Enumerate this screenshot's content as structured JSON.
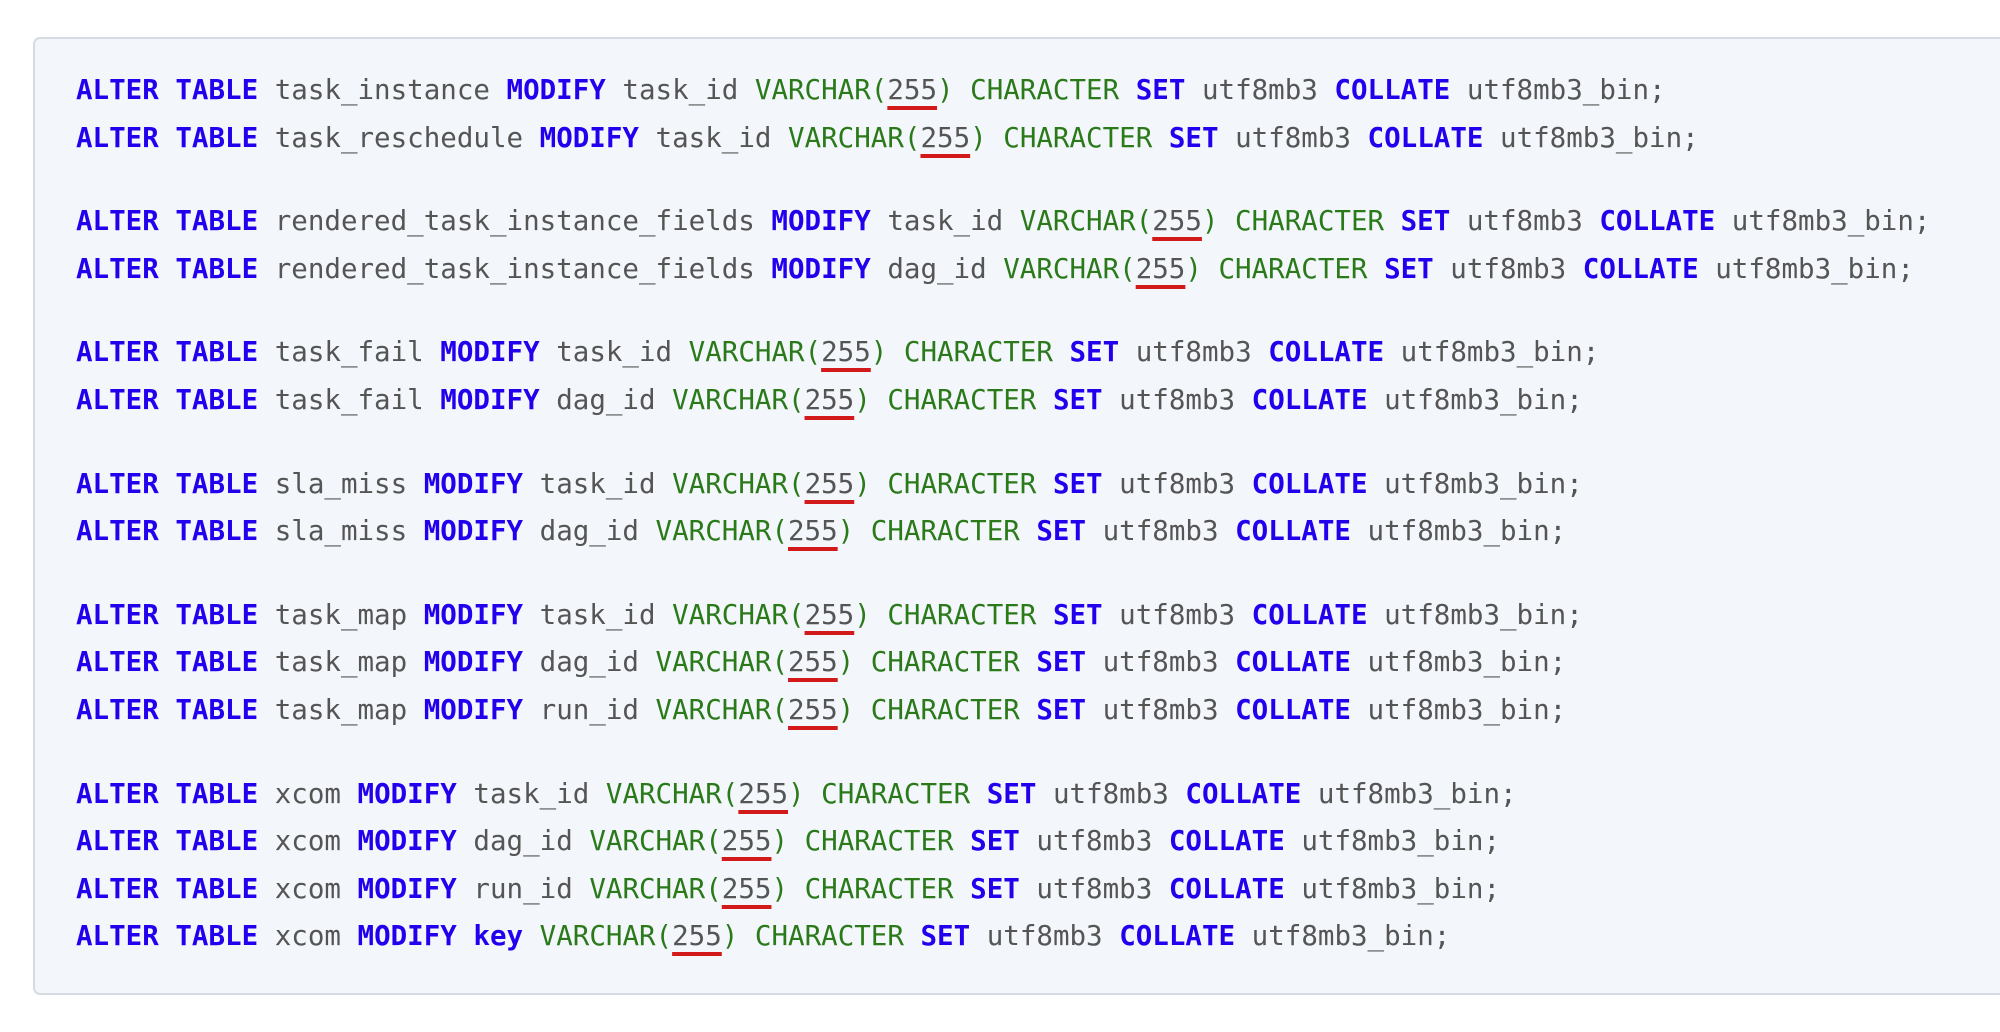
{
  "colors": {
    "keyword": "#2200ee",
    "type": "#2a7a1a",
    "text": "#555555",
    "underline": "#d21a1a",
    "background": "#f3f6fb"
  },
  "tokens": {
    "alter": "ALTER",
    "table": "TABLE",
    "modify": "MODIFY",
    "varchar_open": "VARCHAR(",
    "size": "255",
    "close_paren": ")",
    "character": "CHARACTER",
    "set": "SET",
    "charset": "utf8mb3",
    "collate": "COLLATE",
    "collation": "utf8mb3_bin;"
  },
  "statements": [
    {
      "table": "task_instance",
      "column": "task_id"
    },
    {
      "table": "task_reschedule",
      "column": "task_id"
    },
    {
      "table": "rendered_task_instance_fields",
      "column": "task_id"
    },
    {
      "table": "rendered_task_instance_fields",
      "column": "dag_id"
    },
    {
      "table": "task_fail",
      "column": "task_id"
    },
    {
      "table": "task_fail",
      "column": "dag_id"
    },
    {
      "table": "sla_miss",
      "column": "task_id"
    },
    {
      "table": "sla_miss",
      "column": "dag_id"
    },
    {
      "table": "task_map",
      "column": "task_id"
    },
    {
      "table": "task_map",
      "column": "dag_id"
    },
    {
      "table": "task_map",
      "column": "run_id"
    },
    {
      "table": "xcom",
      "column": "task_id"
    },
    {
      "table": "xcom",
      "column": "dag_id"
    },
    {
      "table": "xcom",
      "column": "run_id"
    },
    {
      "table": "xcom",
      "column": "key",
      "column_is_keyword": true
    }
  ]
}
